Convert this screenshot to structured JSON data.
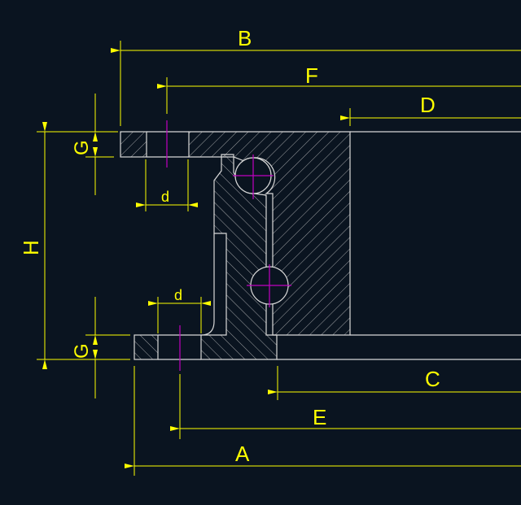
{
  "colors": {
    "background": "#0a1420",
    "dimension": "#ffff00",
    "outline": "#d8d8d8",
    "centerline": "#c000c0"
  },
  "dimensions": {
    "A": "A",
    "B": "B",
    "C": "C",
    "D": "D",
    "E": "E",
    "F": "F",
    "H": "H",
    "G_top": "G",
    "G_bottom": "G",
    "d_top": "d",
    "d_bottom": "d"
  }
}
